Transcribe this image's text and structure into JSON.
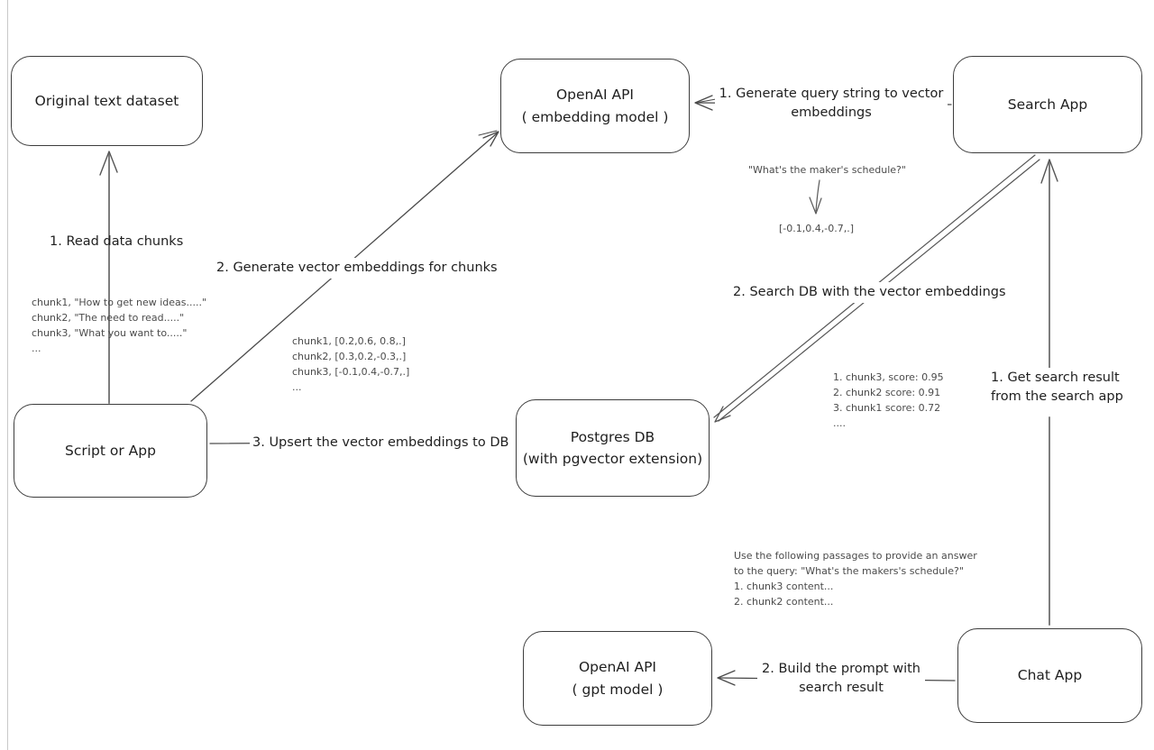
{
  "canvas": {
    "background": "#ffffff",
    "edge_line_color": "#c9c9c9"
  },
  "colors": {
    "box_stroke": "#3d3d3d",
    "arrow_dark": "#4a4a4a",
    "arrow_gray": "#7d7d7d",
    "label_text": "#1f1f1f",
    "annotation_text": "#4b4b4b"
  },
  "nodes": {
    "original_dataset": {
      "label": "Original text dataset"
    },
    "openai_embedding": {
      "label": [
        "OpenAI API",
        "( embedding model )"
      ]
    },
    "search_app": {
      "label": "Search App"
    },
    "script_or_app": {
      "label": "Script or App"
    },
    "postgres_db": {
      "label": [
        "Postgres DB",
        "(with pgvector extension)"
      ]
    },
    "openai_gpt": {
      "label": [
        "OpenAI API",
        "( gpt model )"
      ]
    },
    "chat_app": {
      "label": "Chat App"
    }
  },
  "edge_labels": {
    "read_chunks": "1. Read data chunks",
    "generate_embeddings": "2. Generate vector embeddings for chunks",
    "upsert_embeddings": "3. Upsert the vector embeddings to DB",
    "query_to_vector": "1. Generate query string to vector embeddings",
    "search_db": "2. Search DB with the vector embeddings",
    "get_search_result": "1. Get search result from the search app",
    "build_prompt": "2. Build the prompt with search result"
  },
  "annotations": {
    "chunk_texts": [
      "chunk1, \"How to get new ideas.....\"",
      "chunk2, \"The need to read.....\"",
      "chunk3, \"What you want to.....\"",
      "..."
    ],
    "chunk_vectors": [
      "chunk1, [0.2,0.6, 0.8,.]",
      "chunk2, [0.3,0.2,-0.3,.]",
      "chunk3, [-0.1,0.4,-0.7,.]",
      "..."
    ],
    "query_string": "\"What's the maker's schedule?\"",
    "query_vector": "[-0.1,0.4,-0.7,.]",
    "search_scores": [
      "1. chunk3, score: 0.95",
      "2. chunk2 score: 0.91",
      "3. chunk1 score: 0.72",
      "...."
    ],
    "prompt_preview": [
      "Use the following passages to provide an answer",
      "to the query: \"What's the makers's schedule?\"",
      "1. chunk3 content...",
      "2. chunk2 content..."
    ]
  }
}
